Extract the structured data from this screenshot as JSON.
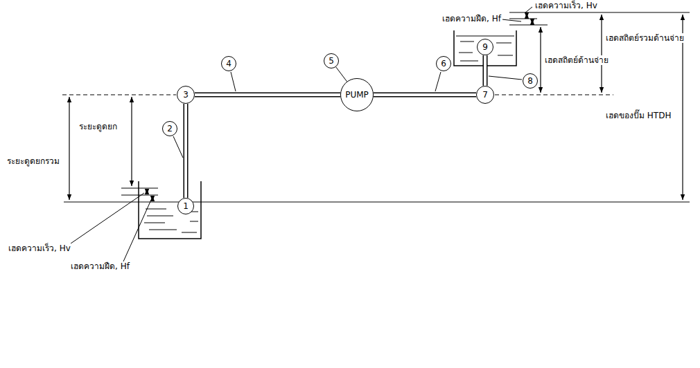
{
  "diagram": {
    "nodes": [
      {
        "text": [
          "1"
        ]
      },
      {
        "text": [
          "2"
        ]
      },
      {
        "text": [
          "3"
        ]
      },
      {
        "text": [
          "4"
        ]
      },
      {
        "text": [
          "PUMP"
        ]
      },
      {
        "text": [
          "5"
        ]
      },
      {
        "text": [
          "6"
        ]
      },
      {
        "text": [
          "7"
        ]
      },
      {
        "text": [
          "8"
        ]
      },
      {
        "text": [
          "9"
        ]
      }
    ],
    "edges": [
      {
        "from": 0,
        "to": 2,
        "arrow": "none"
      },
      {
        "from": 2,
        "to": 4,
        "arrow": "none"
      },
      {
        "from": 4,
        "to": 7,
        "arrow": "none"
      },
      {
        "from": 7,
        "to": 9,
        "arrow": "none"
      },
      {
        "from": 5,
        "to": 4,
        "arrow": "none"
      }
    ],
    "labels": [
      "เฮดความเร็ว, Hv",
      "เฮดความฝืด, Hf",
      "เฮดสถิตย์ด้านจ่าย",
      "เฮดสถิตย์รวมด้านจ่าย",
      "เฮดของปั๊ม HTDH",
      "ระยะดูดยกรวม",
      "ระยะดูดยก",
      "เฮดความเร็ว, Hv",
      "เฮดความฝืด, Hf"
    ]
  }
}
